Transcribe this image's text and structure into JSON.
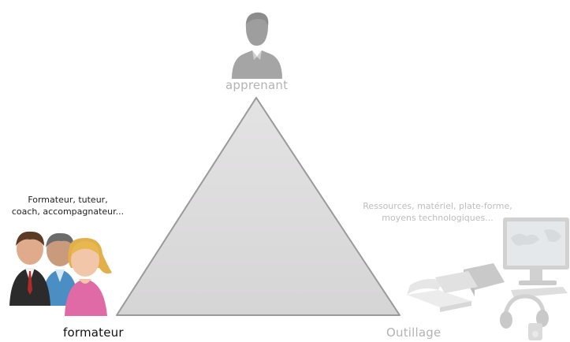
{
  "vertices": {
    "top": {
      "label": "apprenant",
      "color": "#b3b3b3"
    },
    "left": {
      "label": "formateur",
      "color": "#111111"
    },
    "right": {
      "label": "Outillage",
      "color": "#b3b3b3"
    }
  },
  "captions": {
    "left_line1": "Formateur, tuteur,",
    "left_line2": "coach, accompagnateur...",
    "right_line1": "Ressources, matériel, plate-forme,",
    "right_line2": "moyens technologiques..."
  },
  "icons": {
    "top": "user-silhouette-icon",
    "left": "people-group-icon",
    "right": "computer-books-headphones-icon"
  },
  "colors": {
    "triangle_fill": "#dcdbdc",
    "triangle_stroke": "#9a9a9a"
  }
}
